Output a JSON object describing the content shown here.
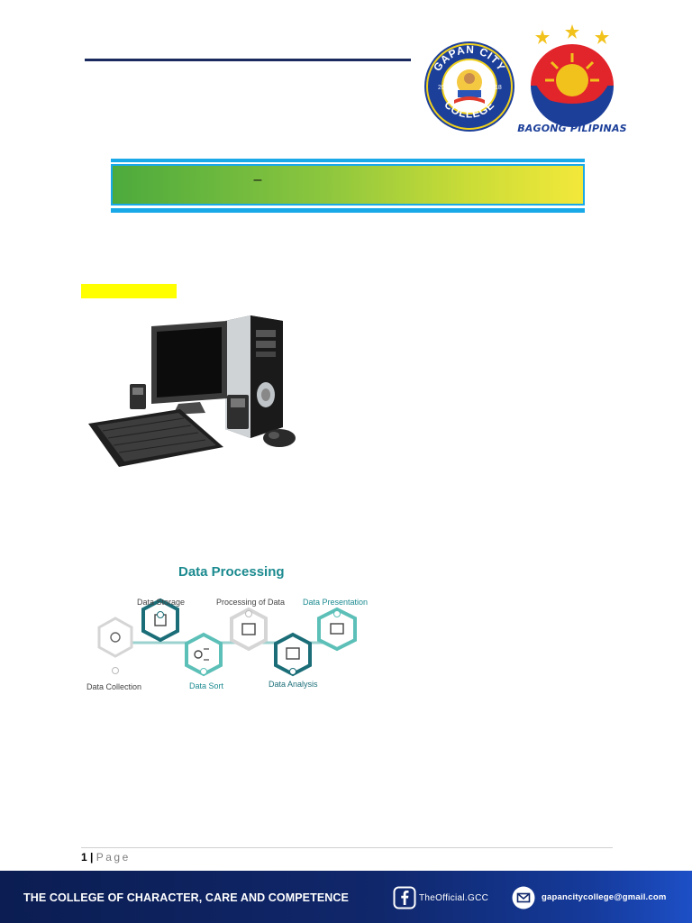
{
  "header": {
    "seal_alt": "Gapan City College seal",
    "seal_top_text": "GAPAN CITY",
    "seal_bottom_text": "COLLEGE",
    "seal_year_left": "20",
    "seal_year_right": "18",
    "bagong_label": "BAGONG PILIPINAS"
  },
  "banner": {
    "text": "–"
  },
  "diagram": {
    "title": "Data Processing",
    "steps": [
      {
        "label": "Data Collection"
      },
      {
        "label": "Data Storage"
      },
      {
        "label": "Data Sort"
      },
      {
        "label": "Processing of Data"
      },
      {
        "label": "Data Analysis"
      },
      {
        "label": "Data Presentation"
      }
    ]
  },
  "footer": {
    "page_number": "1",
    "page_sep": "|",
    "page_word": "Page",
    "motto": "THE COLLEGE OF CHARACTER, CARE AND COMPETENCE",
    "facebook": "TheOfficial.GCC",
    "email": "gapancitycollege@gmail.com"
  },
  "colors": {
    "navy": "#1a2a5e",
    "banner_border": "#1aa9e8",
    "teal": "#1b8a8f",
    "highlight": "#ffff00"
  }
}
